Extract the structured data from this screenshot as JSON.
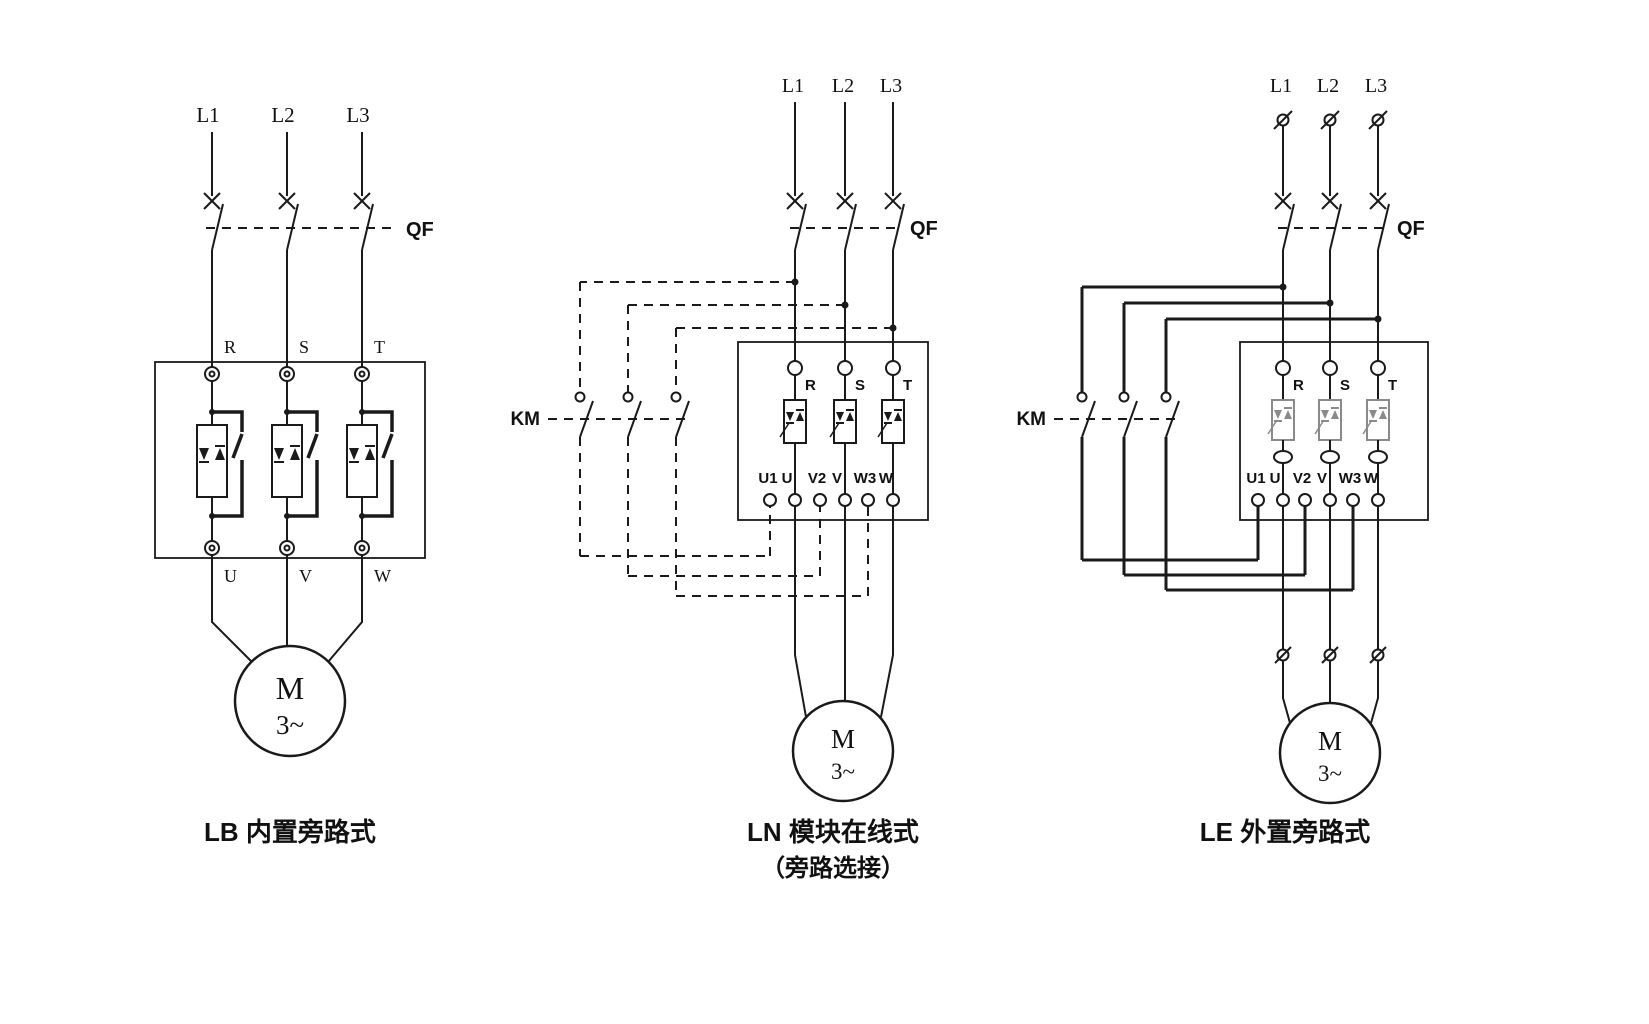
{
  "diagrams": [
    {
      "phases": [
        "L1",
        "L2",
        "L3"
      ],
      "breaker_label": "QF",
      "input_terminals": [
        "R",
        "S",
        "T"
      ],
      "output_terminals": [
        "U",
        "V",
        "W"
      ],
      "motor": {
        "letter": "M",
        "phases": "3~"
      },
      "caption": "LB 内置旁路式"
    },
    {
      "phases": [
        "L1",
        "L2",
        "L3"
      ],
      "breaker_label": "QF",
      "contactor_label": "KM",
      "input_terminals": [
        "R",
        "S",
        "T"
      ],
      "bypass_terminals": [
        "U1",
        "V2",
        "W3"
      ],
      "output_terminals": [
        "U",
        "V",
        "W"
      ],
      "motor": {
        "letter": "M",
        "phases": "3~"
      },
      "caption": "LN 模块在线式",
      "caption_sub": "（旁路选接）"
    },
    {
      "phases": [
        "L1",
        "L2",
        "L3"
      ],
      "breaker_label": "QF",
      "contactor_label": "KM",
      "input_terminals": [
        "R",
        "S",
        "T"
      ],
      "bypass_terminals": [
        "U1",
        "V2",
        "W3"
      ],
      "output_terminals": [
        "U",
        "V",
        "W"
      ],
      "motor": {
        "letter": "M",
        "phases": "3~"
      },
      "caption": "LE 外置旁路式"
    }
  ],
  "colors": {
    "line": "#1a1a1a",
    "gray_module": "#8a8a8a",
    "background": "#ffffff"
  }
}
